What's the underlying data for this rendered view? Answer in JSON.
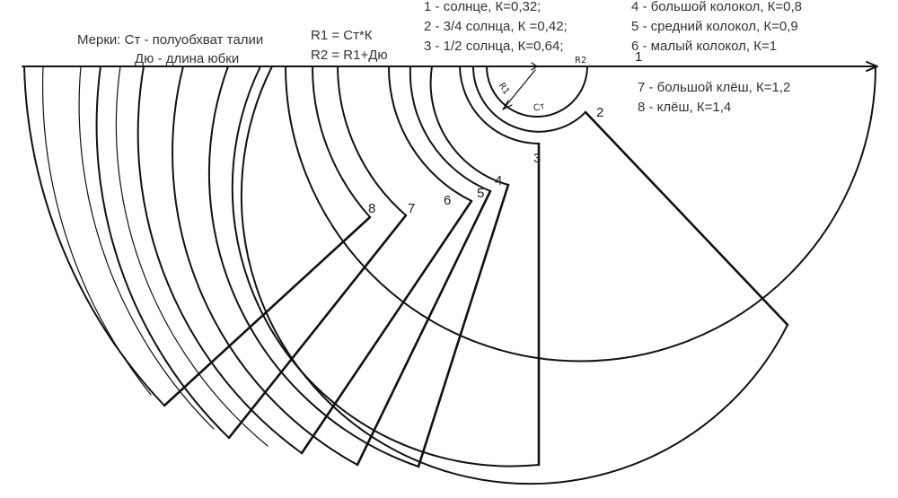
{
  "measures": {
    "line1": "Мерки: Ст - полуобхват талии",
    "line2": "Дю - длина юбки"
  },
  "radii": {
    "r1": "R1 = Ст*К",
    "r2": "R2 = R1+Дю"
  },
  "legend": {
    "col1": [
      "1 - солнце, К=0,32;",
      "2 - 3/4 солнца, К =0,42;",
      "3 - 1/2 солнца, К=0,64;"
    ],
    "col2": [
      "4 - большой колокол, К=0,8",
      "5 - средний колокол, К=0,9",
      "6 - малый колокол, К=1"
    ],
    "col3": [
      "7 - большой клёш, К=1,2",
      "8 - клёш, К=1,4"
    ]
  },
  "pattern_numbers": [
    "1",
    "2",
    "3",
    "4",
    "5",
    "6",
    "7",
    "8"
  ],
  "annotations": {
    "r1": "R1",
    "r2": "R2",
    "st": "Ст"
  }
}
